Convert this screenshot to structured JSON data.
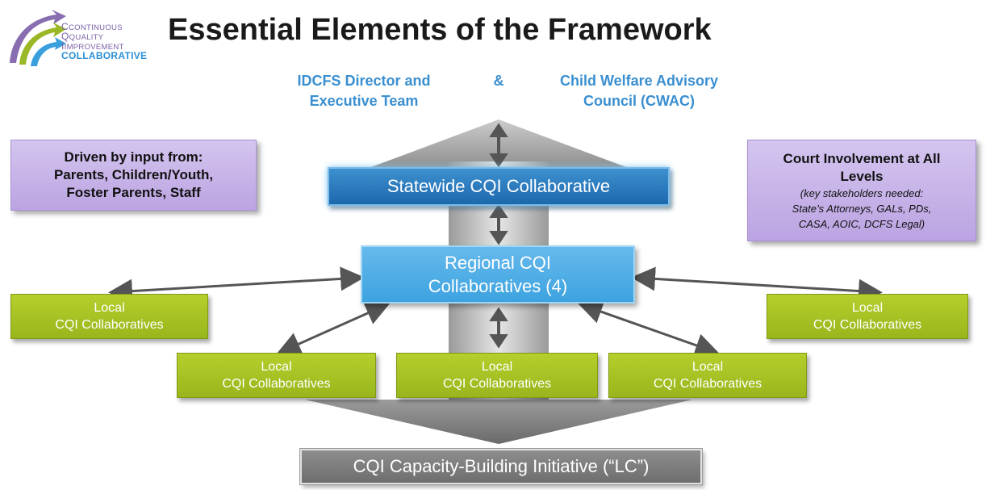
{
  "logo": {
    "line1": "CONTINUOUS",
    "line2": "QUALITY",
    "line3": "IMPROVEMENT",
    "line4": "COLLABORATIVE"
  },
  "title": "Essential Elements of the Framework",
  "top": {
    "left_line1": "IDCFS Director and",
    "left_line2": "Executive Team",
    "amp": "&",
    "right_line1": "Child Welfare Advisory",
    "right_line2": "Council (CWAC)"
  },
  "driven": {
    "line1": "Driven by input from:",
    "line2": "Parents, Children/Youth,",
    "line3": "Foster Parents, Staff"
  },
  "court": {
    "line1": "Court Involvement at All",
    "line2": "Levels",
    "note1": "(key stakeholders needed:",
    "note2": "State’s Attorneys, GALs, PDs,",
    "note3": "CASA, AOIC, DCFS Legal)"
  },
  "statewide": "Statewide CQI Collaborative",
  "regional": {
    "line1": "Regional CQI",
    "line2": "Collaboratives (4)"
  },
  "local": [
    {
      "line1": "Local",
      "line2": "CQI Collaboratives"
    },
    {
      "line1": "Local",
      "line2": "CQI Collaboratives"
    },
    {
      "line1": "Local",
      "line2": "CQI Collaboratives"
    },
    {
      "line1": "Local",
      "line2": "CQI Collaboratives"
    },
    {
      "line1": "Local",
      "line2": "CQI Collaboratives"
    }
  ],
  "capacity": "CQI Capacity-Building Initiative (“LC”)",
  "colors": {
    "title": "#1a1a1a",
    "heading_blue": "#3a8fd0",
    "purple_box": "#c6b4e9",
    "statewide_blue": "#1d68ad",
    "regional_blue": "#4aa9e4",
    "local_green": "#a5c222",
    "capacity_gray": "#7a7a7a"
  }
}
